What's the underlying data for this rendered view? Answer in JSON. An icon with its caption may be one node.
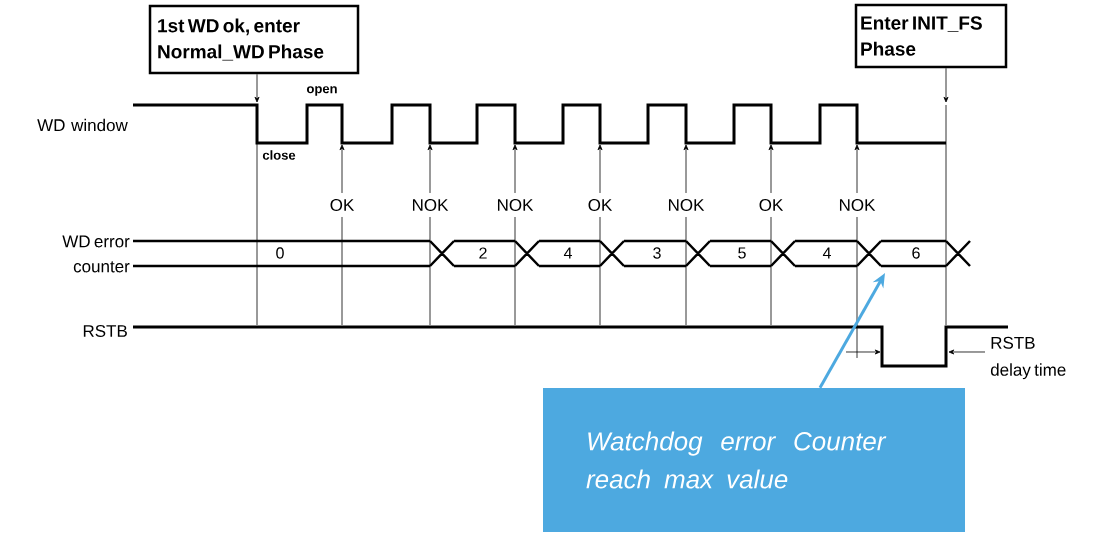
{
  "diagram": {
    "nodes": [
      {
        "text": [
          "1st WD ok, enter Normal_WD Phase"
        ]
      },
      {
        "text": [
          "Enter INIT_FS Phase"
        ]
      },
      {
        "text": [
          "Watchdog error Counter reach max value"
        ]
      }
    ],
    "edges": [
      {
        "from": 0,
        "to": null,
        "arrow": "to"
      },
      {
        "from": 1,
        "to": null,
        "arrow": "to"
      },
      {
        "from": 2,
        "to": null,
        "arrow": "to",
        "style": "thick",
        "color": "#4da9e0"
      }
    ],
    "labels": [
      "open",
      "WD window",
      "close",
      "OK",
      "NOK",
      "NOK",
      "OK",
      "NOK",
      "OK",
      "NOK",
      "WD error counter",
      "0",
      "2",
      "4",
      "3",
      "5",
      "4",
      "6",
      "RSTB",
      "RSTB delay time"
    ]
  }
}
